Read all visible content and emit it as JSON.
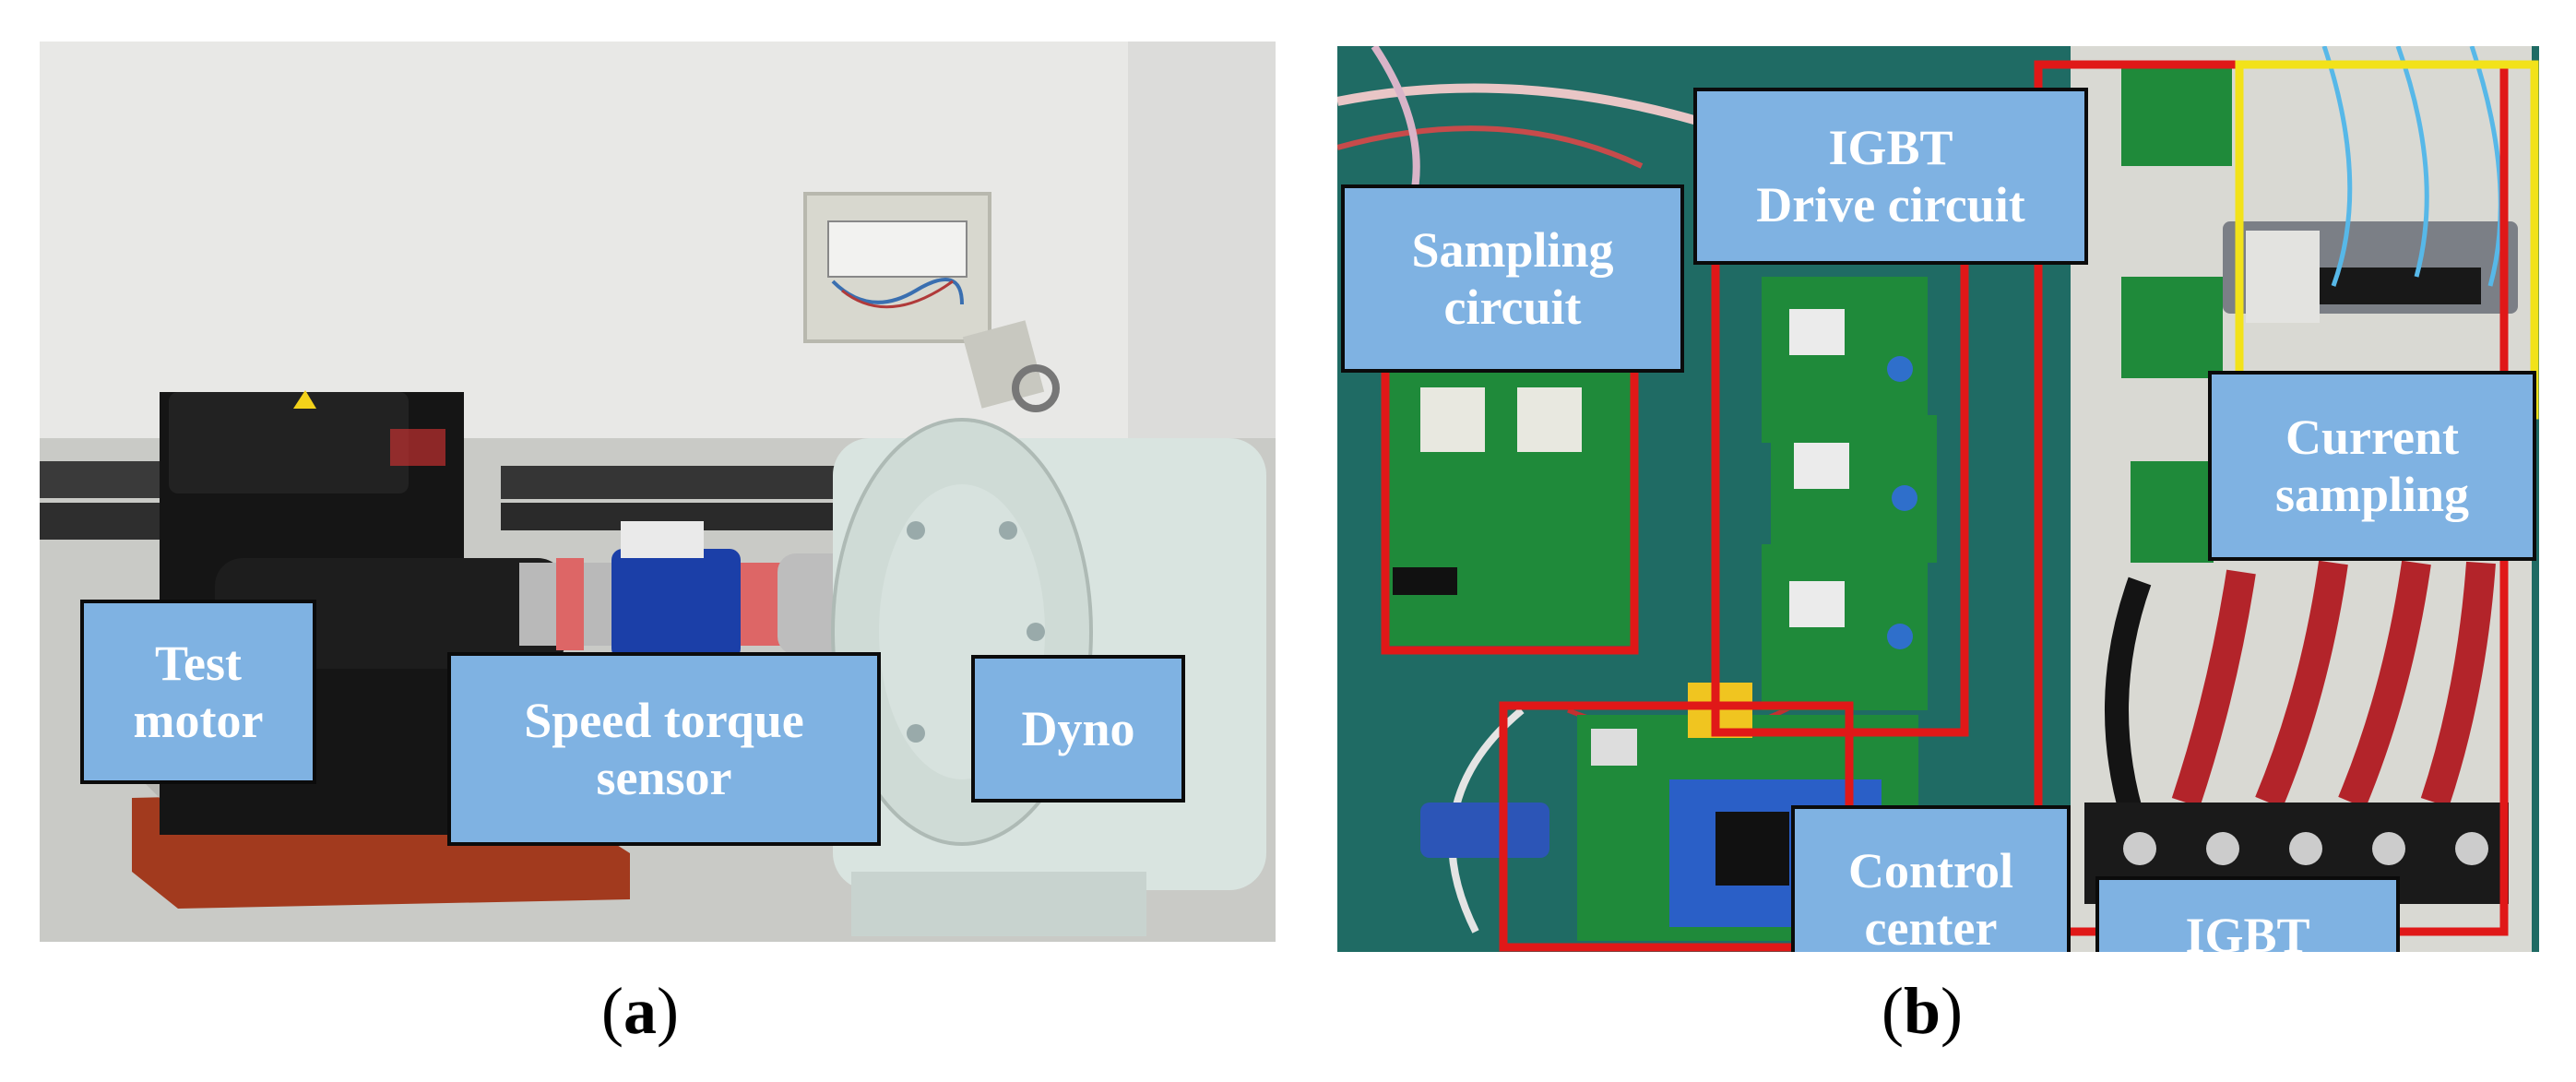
{
  "panel_a": {
    "labels": {
      "test_motor": "Test\nmotor",
      "speed_torque_sensor": "Speed torque\nsensor",
      "dyno": "Dyno"
    },
    "caption_letter": "a"
  },
  "panel_b": {
    "labels": {
      "sampling_circuit": "Sampling\ncircuit",
      "igbt_drive_circuit": "IGBT\nDrive circuit",
      "current_sampling": "Current\nsampling",
      "control_center": "Control\ncenter",
      "igbt": "IGBT"
    },
    "caption_letter": "b"
  },
  "colors": {
    "label_fill": "#7fb2e2",
    "label_border": "#0b0b0b",
    "highlight_red": "#e01818",
    "highlight_yellow": "#f2e21a",
    "pcb_green": "#1f8a3a",
    "board_background": "#1e6a63",
    "dyno_body": "#d9e4e0"
  }
}
